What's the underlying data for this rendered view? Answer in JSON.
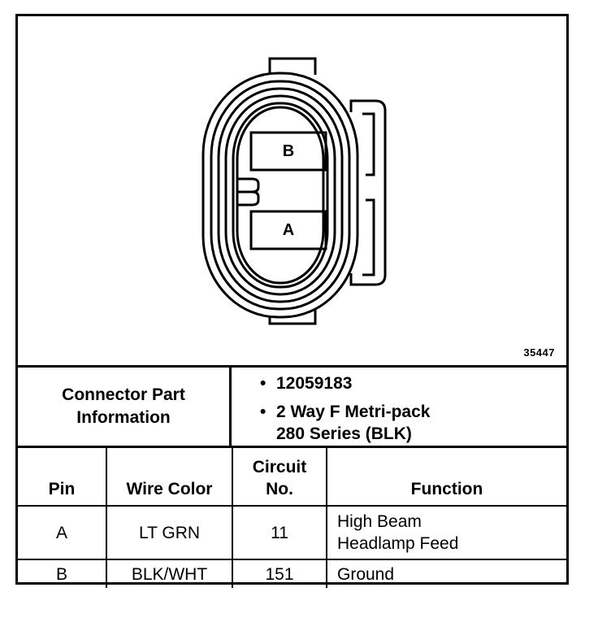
{
  "figure": {
    "pin_labels": [
      "B",
      "A"
    ],
    "figure_number": "35447"
  },
  "connector_info": {
    "title_line1": "Connector Part",
    "title_line2": "Information",
    "part_number": "12059183",
    "description_line1": "2 Way F Metri-pack",
    "description_line2": "280 Series (BLK)"
  },
  "table": {
    "headers": {
      "pin": "Pin",
      "wire_color": "Wire Color",
      "circuit_line1": "Circuit",
      "circuit_line2": "No.",
      "function": "Function"
    },
    "rows": [
      {
        "pin": "A",
        "wire_color": "LT GRN",
        "circuit": "11",
        "function_line1": "High Beam",
        "function_line2": "Headlamp Feed"
      },
      {
        "pin": "B",
        "wire_color": "BLK/WHT",
        "circuit": "151",
        "function_line1": "Ground",
        "function_line2": ""
      }
    ]
  }
}
